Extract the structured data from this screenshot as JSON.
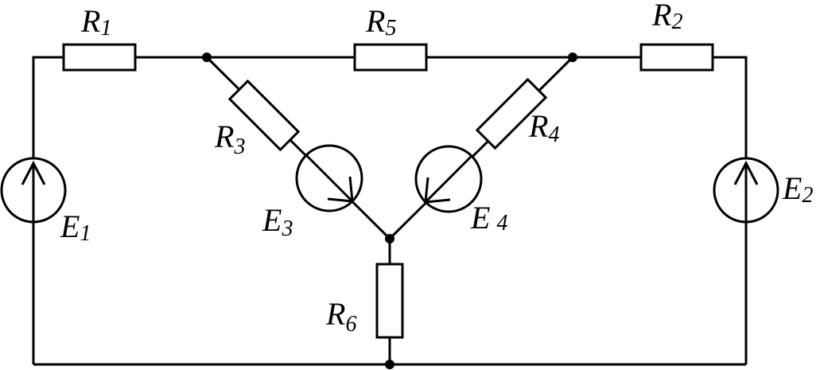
{
  "diagram": {
    "type": "electrical-circuit",
    "resistors": [
      {
        "id": "R1",
        "letter": "R",
        "index": "1"
      },
      {
        "id": "R2",
        "letter": "R",
        "index": "2"
      },
      {
        "id": "R3",
        "letter": "R",
        "index": "3"
      },
      {
        "id": "R4",
        "letter": "R",
        "index": "4"
      },
      {
        "id": "R5",
        "letter": "R",
        "index": "5"
      },
      {
        "id": "R6",
        "letter": "R",
        "index": "6"
      }
    ],
    "sources": [
      {
        "id": "E1",
        "letter": "E",
        "index": "1"
      },
      {
        "id": "E2",
        "letter": "E",
        "index": "2"
      },
      {
        "id": "E3",
        "letter": "E",
        "index": "3"
      },
      {
        "id": "E4",
        "letter": "E",
        "index": "4"
      }
    ]
  }
}
